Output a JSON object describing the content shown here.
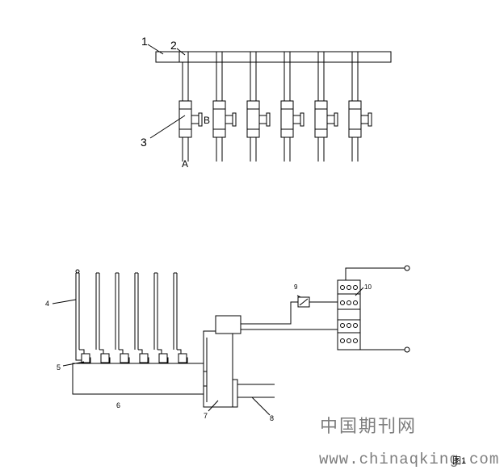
{
  "top_diagram": {
    "label_1": "1",
    "label_2": "2",
    "label_3": "3",
    "label_a": "A",
    "label_b": "B"
  },
  "bottom_diagram": {
    "label_4": "4",
    "label_5": "5",
    "label_6": "6",
    "label_7": "7",
    "label_8": "8",
    "label_9": "9",
    "label_10": "10"
  },
  "watermark": {
    "chinese": "中国期刊网",
    "url": "www.chinaqking.com",
    "overlap_text": "图1"
  }
}
